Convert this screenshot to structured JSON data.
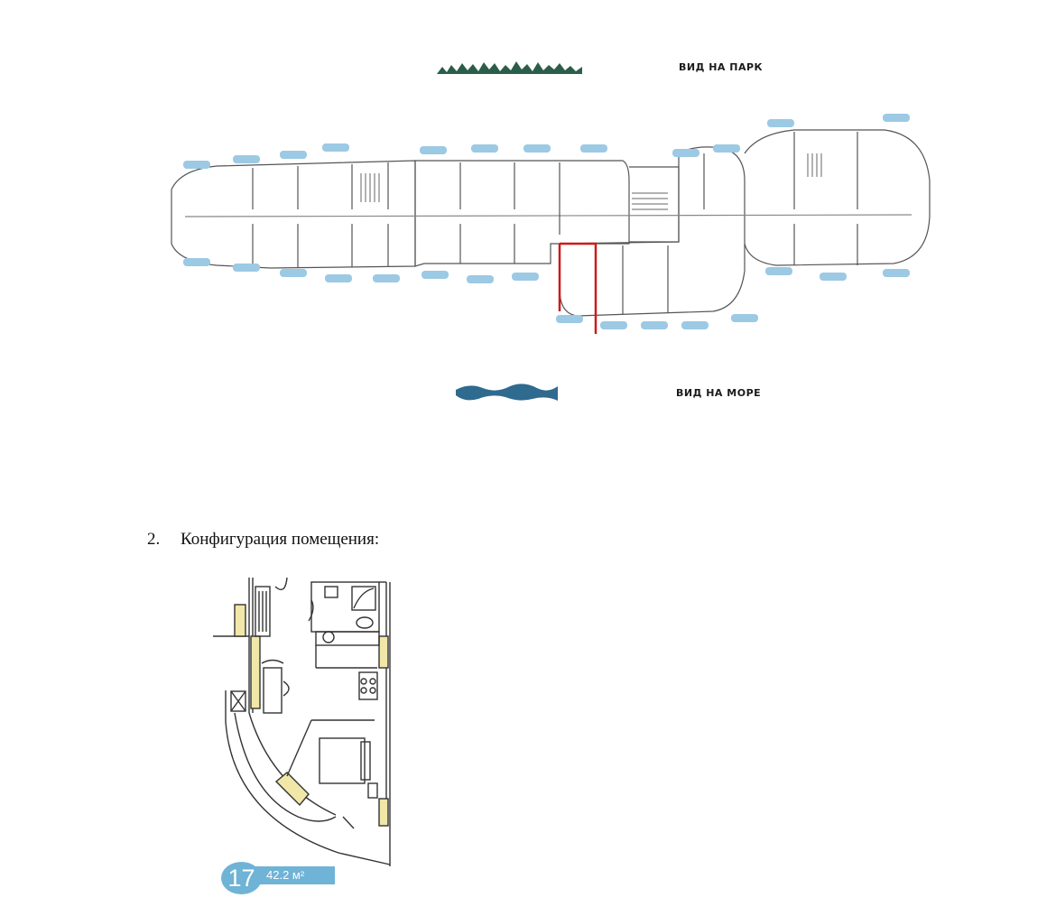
{
  "views": {
    "park": "ВИД НА ПАРК",
    "sea": "ВИД НА МОРЕ"
  },
  "section": {
    "number": "2.",
    "title": "Конфигурация помещения:"
  },
  "unit": {
    "number": "17",
    "area": "42.2 м²"
  },
  "colors": {
    "accent": "#6fb3d6",
    "highlight": "#cc1b1b",
    "wall": "#444444"
  }
}
